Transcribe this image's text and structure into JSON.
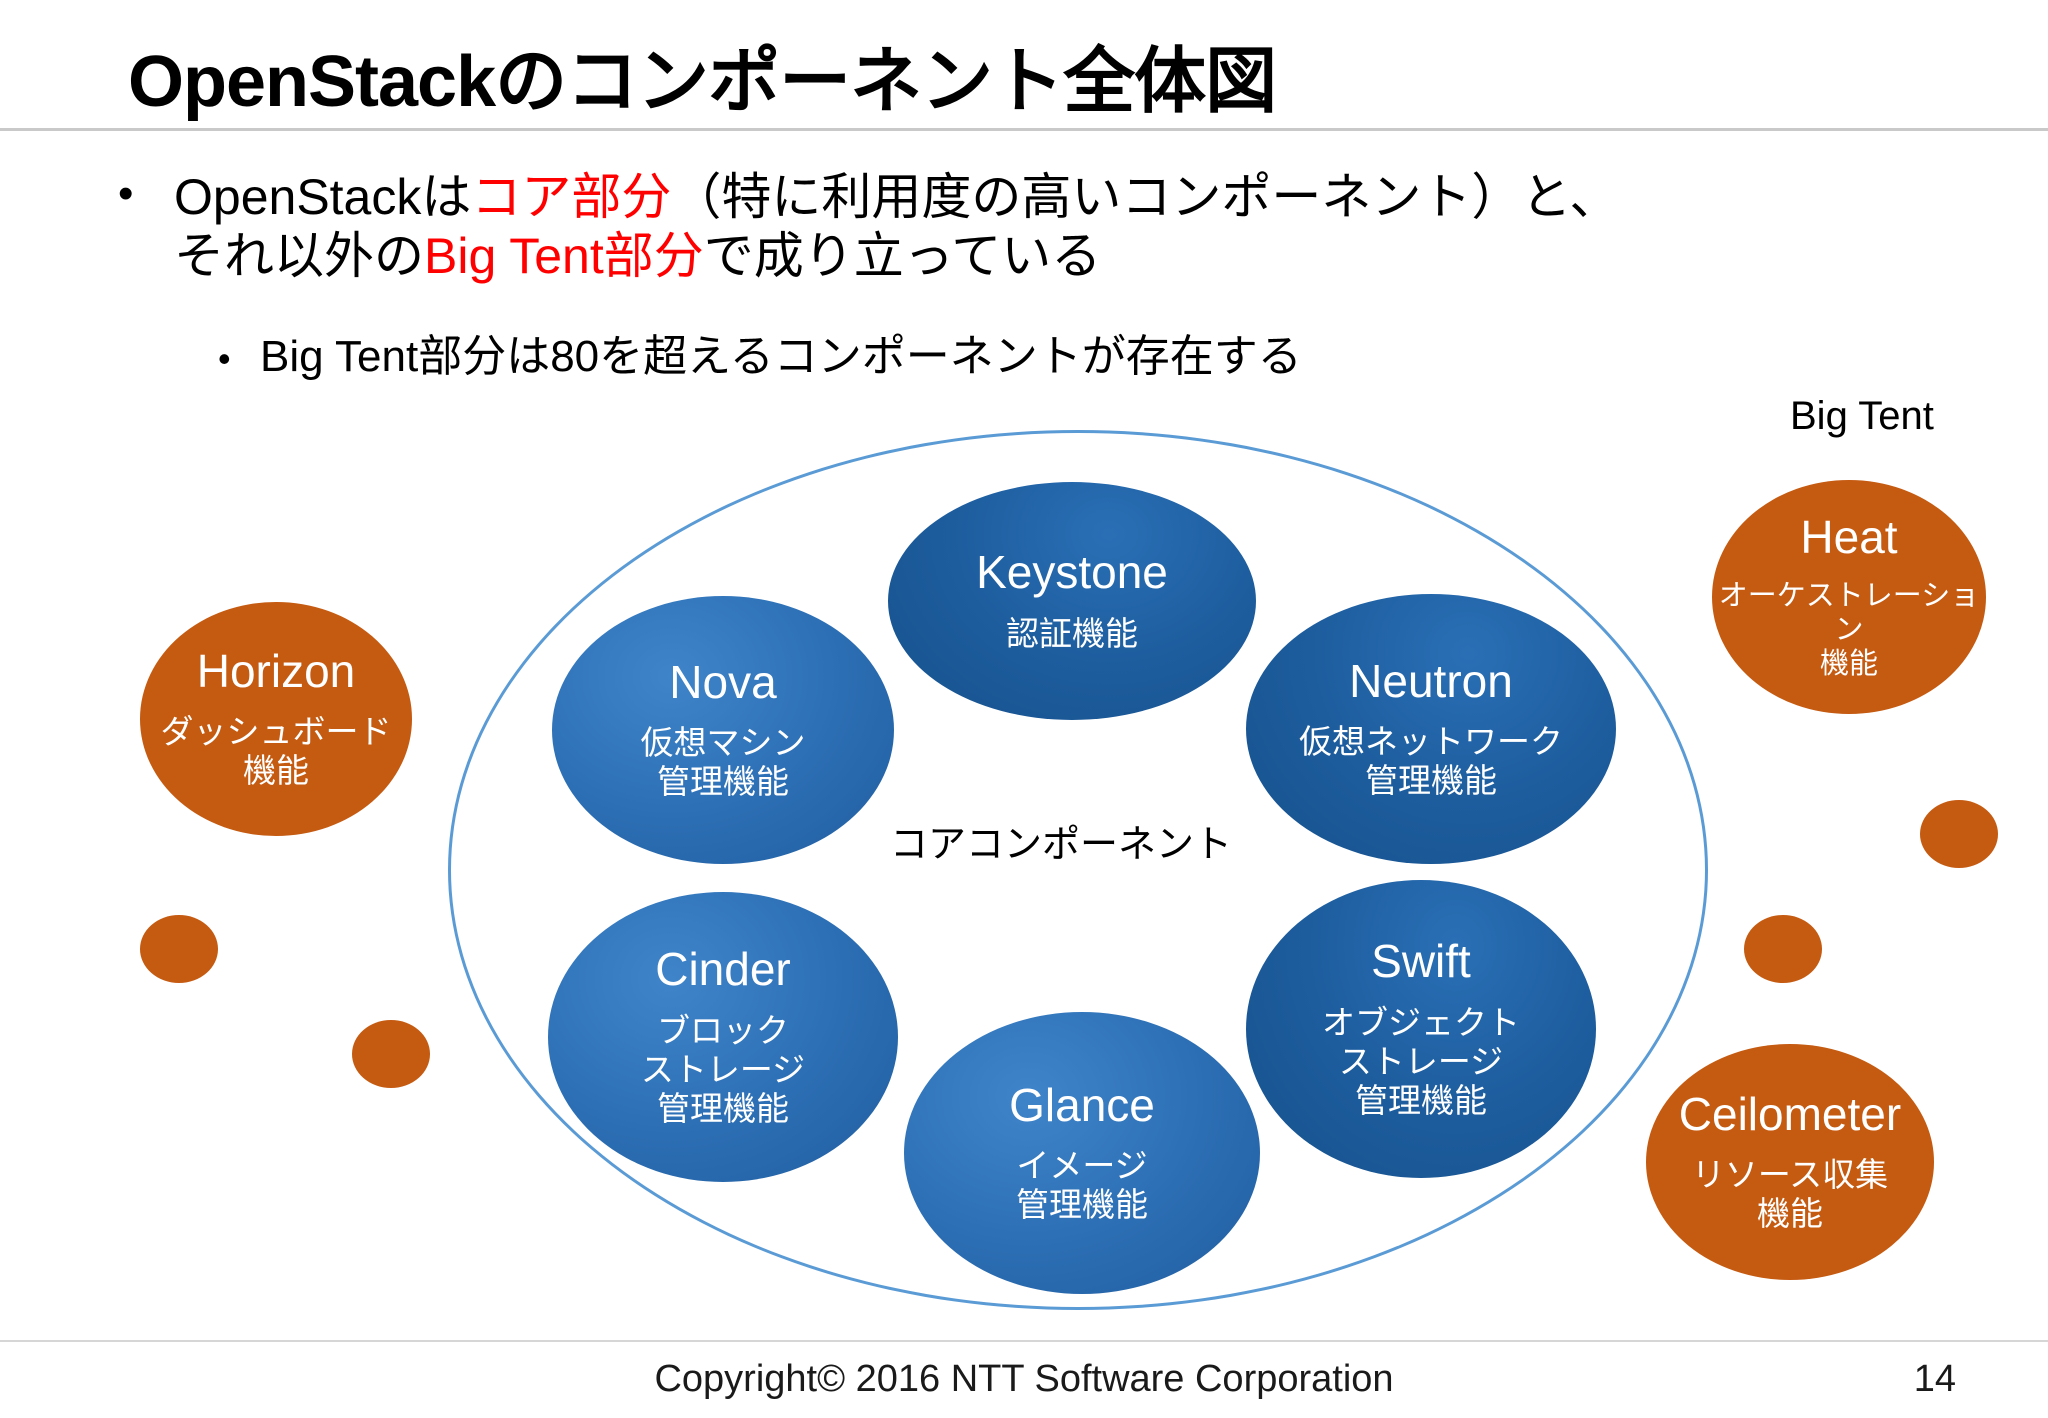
{
  "slide": {
    "title": "OpenStackのコンポーネント全体図",
    "page_number": "14",
    "footer": "Copyright© 2016 NTT Software Corporation"
  },
  "bullets": {
    "marker": "•",
    "level1": {
      "part1": "OpenStackは",
      "highlight1": "コア部分",
      "part2": "（特に利用度の高いコンポーネント）と、",
      "part3": "それ以外の",
      "highlight2": "Big Tent部分",
      "part4": "で成り立っている"
    },
    "level2": {
      "marker": "•",
      "text": "Big Tent部分は80を超えるコンポーネントが存在する"
    }
  },
  "diagram": {
    "core_label": "コアコンポーネント",
    "bigtent_label": "Big Tent",
    "core_components": [
      {
        "name": "Keystone",
        "desc": "認証機能"
      },
      {
        "name": "Nova",
        "desc": "仮想マシン\n管理機能"
      },
      {
        "name": "Neutron",
        "desc": "仮想ネットワーク\n管理機能"
      },
      {
        "name": "Cinder",
        "desc": "ブロック\nストレージ\n管理機能"
      },
      {
        "name": "Swift",
        "desc": "オブジェクト\nストレージ\n管理機能"
      },
      {
        "name": "Glance",
        "desc": "イメージ\n管理機能"
      }
    ],
    "bigtent_components": [
      {
        "name": "Horizon",
        "desc": "ダッシュボード\n機能"
      },
      {
        "name": "Heat",
        "desc": "オーケストレーション\n機能"
      },
      {
        "name": "Ceilometer",
        "desc": "リソース収集\n機能"
      }
    ],
    "colors": {
      "core_fill": "#2f72b8",
      "bigtent_fill": "#c55a11",
      "ring_stroke": "#5b9bd5",
      "highlight_text": "#ff0000"
    }
  }
}
